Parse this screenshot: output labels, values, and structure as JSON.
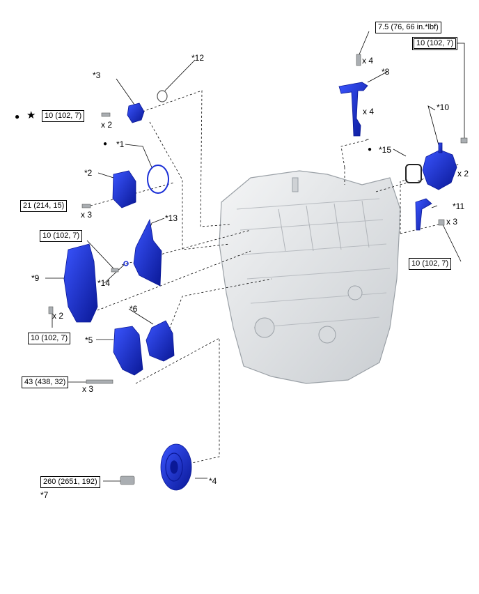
{
  "torque_specs": {
    "t1": "7.5 (76, 66 in.*lbf)",
    "t2": "10 (102, 7)",
    "t3": "10 (102, 7)",
    "t4": "21 (214, 15)",
    "t5": "10 (102, 7)",
    "t6": "10 (102, 7)",
    "t7": "10 (102, 7)",
    "t8": "43 (438, 32)",
    "t9": "260 (2651, 192)"
  },
  "quantities": {
    "q1": "x 4",
    "q2": "x 4",
    "q3": "x 2",
    "q4": "x 3",
    "q5": "x 2",
    "q6": "x 3",
    "q7": "x 2",
    "q8": "x 3"
  },
  "callouts": {
    "c1": "*1",
    "c2": "*2",
    "c3": "*3",
    "c4": "*4",
    "c5": "*5",
    "c6": "*6",
    "c7": "*7",
    "c8": "*8",
    "c9": "*9",
    "c10": "*10",
    "c11": "*11",
    "c12": "*12",
    "c13": "*13",
    "c14": "*14",
    "c15": "*15"
  },
  "symbols": {
    "dot": "●",
    "star": "★"
  },
  "colors": {
    "part_blue": "#1a2fd6",
    "part_blue_dark": "#0a1896",
    "engine_gray": "#e6e8ea",
    "engine_edge": "#9aa0a6",
    "line": "#000000"
  }
}
